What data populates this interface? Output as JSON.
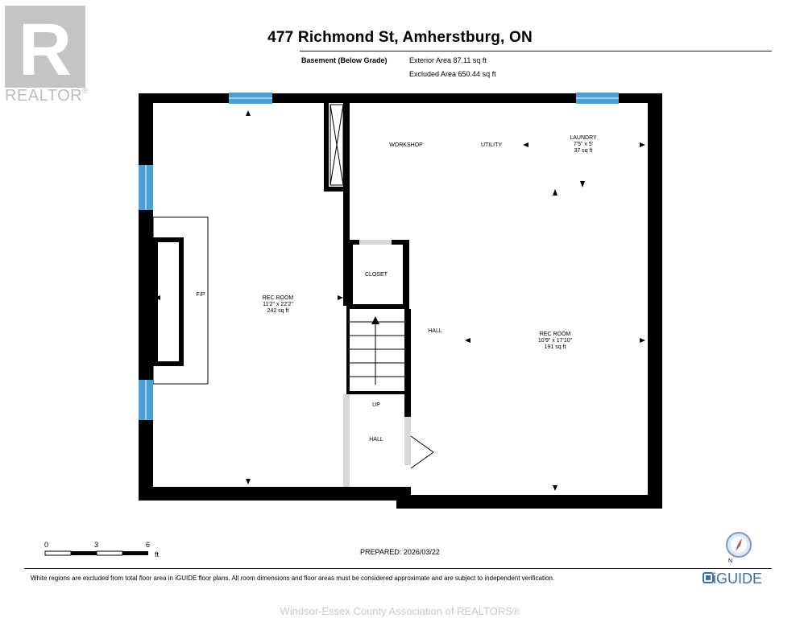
{
  "header": {
    "title": "477 Richmond St, Amherstburg, ON",
    "level": "Basement (Below Grade)",
    "exterior_area": "Exterior Area 87.11 sq ft",
    "excluded_area": "Excluded Area 650.44 sq ft"
  },
  "logos": {
    "realtor_text": "REALTOR",
    "realtor_registered": "®",
    "realtor_mark": "R",
    "iguide_text": "iGUIDE"
  },
  "rooms": {
    "rec_room_left": {
      "name": "REC ROOM",
      "dims": "11'2\" x 22'2\"",
      "area": "242 sq ft"
    },
    "fireplace": {
      "name": "F/P"
    },
    "workshop": {
      "name": "WORKSHOP"
    },
    "utility": {
      "name": "UTILITY"
    },
    "laundry": {
      "name": "LAUNDRY",
      "dims": "7'5\" x 5'",
      "area": "37 sq ft"
    },
    "closet": {
      "name": "CLOSET"
    },
    "hall_upper": {
      "name": "HALL"
    },
    "rec_room_right": {
      "name": "REC ROOM",
      "dims": "10'9\" x 17'10\"",
      "area": "191 sq ft"
    },
    "stairs": {
      "name": "UP"
    },
    "hall_lower": {
      "name": "HALL"
    }
  },
  "scale": {
    "ticks": [
      "0",
      "3",
      "6"
    ],
    "unit": "ft"
  },
  "compass": {
    "label": "N"
  },
  "prepared": "PREPARED: 2026/03/22",
  "disclaimer": "White regions are excluded from total floor area in iGUIDE floor plans. All room dimensions and floor areas must be considered approximate and are subject to independent verification.",
  "footer": "Windsor-Essex County Association of REALTORS®",
  "colors": {
    "wall": "#000000",
    "window": "#4a9fd4",
    "opening": "#d9d9d9",
    "realtor_logo": "#c4c4c4",
    "iguide": "#3d6f9e",
    "compass_needle": "#d9473a"
  }
}
